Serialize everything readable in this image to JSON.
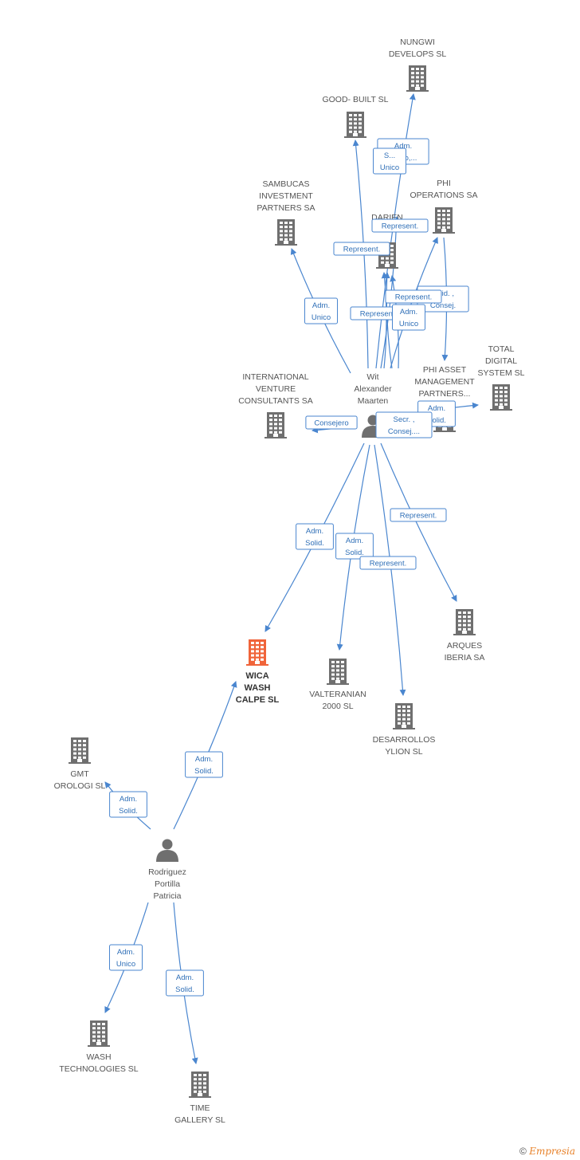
{
  "footer": {
    "copyright": "©",
    "brand": "Empresia"
  },
  "nodes": [
    {
      "id": "nungwi",
      "type": "company",
      "label": [
        "NUNGWI",
        "DEVELOPS SL"
      ]
    },
    {
      "id": "goodbuilt",
      "type": "company",
      "label": [
        "GOOD- BUILT SL"
      ]
    },
    {
      "id": "sambucas",
      "type": "company",
      "label": [
        "SAMBUCAS",
        "INVESTMENT",
        "PARTNERS SA"
      ]
    },
    {
      "id": "darien",
      "type": "company",
      "label": [
        "DARIEN",
        "ENT..."
      ]
    },
    {
      "id": "phiops",
      "type": "company",
      "label": [
        "PHI",
        "OPERATIONS SA"
      ]
    },
    {
      "id": "totaldigital",
      "type": "company",
      "label": [
        "TOTAL",
        "DIGITAL",
        "SYSTEM SL"
      ]
    },
    {
      "id": "intventure",
      "type": "company",
      "label": [
        "INTERNATIONAL",
        "VENTURE",
        "CONSULTANTS SA"
      ]
    },
    {
      "id": "phiasset",
      "type": "company",
      "label": [
        "PHI ASSET",
        "MANAGEMENT",
        "PARTNERS..."
      ]
    },
    {
      "id": "wit",
      "type": "person",
      "label": [
        "Wit",
        "Alexander",
        "Maarten"
      ]
    },
    {
      "id": "wica",
      "type": "company",
      "main": true,
      "label": [
        "WICA",
        "WASH",
        "CALPE SL"
      ]
    },
    {
      "id": "valteranian",
      "type": "company",
      "label": [
        "VALTERANIAN",
        "2000 SL"
      ]
    },
    {
      "id": "desarrollos",
      "type": "company",
      "label": [
        "DESARROLLOS",
        "YLION  SL"
      ]
    },
    {
      "id": "arques",
      "type": "company",
      "label": [
        "ARQUES",
        "IBERIA SA"
      ]
    },
    {
      "id": "gmt",
      "type": "company",
      "label": [
        "GMT",
        "OROLOGI SL"
      ]
    },
    {
      "id": "rodriguez",
      "type": "person",
      "label": [
        "Rodriguez",
        "Portilla",
        "Patricia"
      ]
    },
    {
      "id": "washtech",
      "type": "company",
      "label": [
        "WASH",
        "TECHNOLOGIES SL"
      ]
    },
    {
      "id": "timegallery",
      "type": "company",
      "label": [
        "TIME",
        "GALLERY SL"
      ]
    }
  ],
  "edges": [
    {
      "from": "wit",
      "to": "nungwi",
      "label": [
        "Adm.",
        "Unico,..."
      ]
    },
    {
      "from": "wit",
      "to": "goodbuilt",
      "label": [
        "S...",
        "Unico"
      ]
    },
    {
      "from": "wit",
      "to": "sambucas",
      "label": [
        "Adm.",
        "Unico"
      ]
    },
    {
      "from": "wit",
      "to": "darien",
      "label": [
        "Represent."
      ]
    },
    {
      "from": "wit",
      "to": "phiops",
      "label": [
        "Represent."
      ]
    },
    {
      "from": "wit",
      "to": "phiasset",
      "label": [
        "...sid. ,",
        "Consej."
      ]
    },
    {
      "from": "wit",
      "to": "totaldigital",
      "label": [
        "Adm.",
        "Solid."
      ]
    },
    {
      "from": "wit",
      "to": "intventure",
      "label": [
        "Consejero"
      ]
    },
    {
      "from": "wit",
      "to": "phiasset",
      "label": [
        "Secr. ,",
        "Consej...."
      ]
    },
    {
      "from": "wit",
      "to": "wica",
      "label": [
        "Adm.",
        "Solid."
      ]
    },
    {
      "from": "wit",
      "to": "valteranian",
      "label": [
        "Adm.",
        "Solid."
      ]
    },
    {
      "from": "wit",
      "to": "desarrollos",
      "label": [
        "Represent."
      ]
    },
    {
      "from": "wit",
      "to": "arques",
      "label": [
        "Represent."
      ]
    },
    {
      "from": "rodriguez",
      "to": "wica",
      "label": [
        "Adm.",
        "Solid."
      ]
    },
    {
      "from": "rodriguez",
      "to": "gmt",
      "label": [
        "Adm.",
        "Solid."
      ]
    },
    {
      "from": "rodriguez",
      "to": "washtech",
      "label": [
        "Adm.",
        "Unico"
      ]
    },
    {
      "from": "rodriguez",
      "to": "timegallery",
      "label": [
        "Adm.",
        "Solid."
      ]
    },
    {
      "from": "wit",
      "to": "darien",
      "label": [
        "Represent."
      ]
    },
    {
      "from": "wit",
      "to": "darien",
      "label": [
        "Represent."
      ]
    },
    {
      "from": "wit",
      "to": "darien",
      "label": [
        "Adm.",
        "Unico"
      ]
    }
  ],
  "colors": {
    "edge": "#4a86cf",
    "company": "#6f6f6f",
    "main_company": "#f0643a",
    "person": "#6f6f6f"
  }
}
